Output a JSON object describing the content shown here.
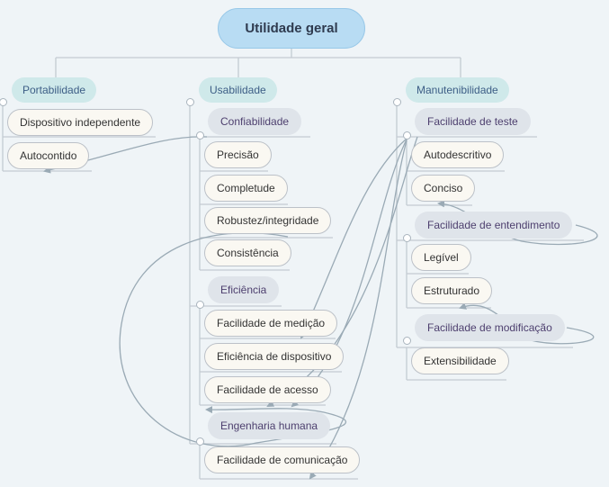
{
  "root": "Utilidade geral",
  "branches": {
    "portabilidade": {
      "label": "Portabilidade",
      "items": [
        "Dispositivo independente",
        "Autocontido"
      ]
    },
    "usabilidade": {
      "label": "Usabilidade",
      "confiabilidade": {
        "label": "Confiabilidade",
        "items": [
          "Precisão",
          "Completude",
          "Robustez/integridade",
          "Consistência"
        ]
      },
      "eficiencia": {
        "label": "Eficiência",
        "items": [
          "Facilidade de medição",
          "Eficiência de dispositivo",
          "Facilidade de acesso"
        ]
      },
      "engenharia_humana": {
        "label": "Engenharia humana",
        "items": [
          "Facilidade de comunicação"
        ]
      }
    },
    "manutenibilidade": {
      "label": "Manutenibilidade",
      "facilidade_teste": {
        "label": "Facilidade de teste",
        "items": [
          "Autodescritivo",
          "Conciso"
        ]
      },
      "facilidade_entendimento": {
        "label": "Facilidade de entendimento",
        "items": [
          "Legível",
          "Estruturado"
        ]
      },
      "facilidade_modificacao": {
        "label": "Facilidade de modificação",
        "items": [
          "Extensibilidade"
        ]
      }
    }
  },
  "colors": {
    "root_fill": "#b8dcf3",
    "level1_fill": "#cfe9ea",
    "level2_fill": "#dfe4ea",
    "leaf_fill": "#faf8f2",
    "connector": "#9aaab5"
  }
}
